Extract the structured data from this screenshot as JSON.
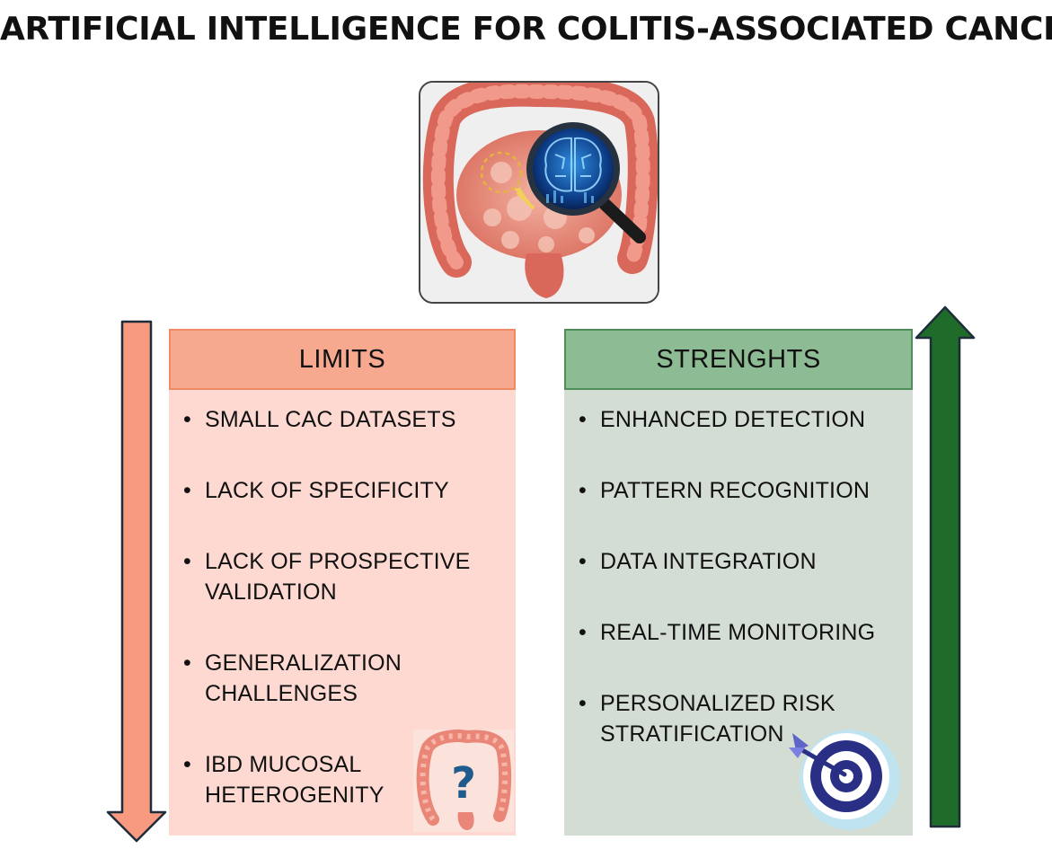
{
  "title": "ARTIFICIAL INTELLIGENCE FOR COLITIS-ASSOCIATED CANCER",
  "limits": {
    "header": "LIMITS",
    "items": [
      "SMALL CAC DATASETS",
      "LACK OF SPECIFICITY",
      "LACK OF PROSPECTIVE VALIDATION",
      "GENERALIZATION CHALLENGES",
      "IBD MUCOSAL HETEROGENITY"
    ]
  },
  "strengths": {
    "header": "STRENGHTS",
    "items": [
      "ENHANCED DETECTION",
      "PATTERN RECOGNITION",
      "DATA INTEGRATION",
      "REAL-TIME MONITORING",
      "PERSONALIZED RISK STRATIFICATION"
    ]
  },
  "question_mark": "?",
  "colors": {
    "limits_header": "#f6a98e",
    "limits_body": "#fdd9d1",
    "strengths_header": "#8dbb93",
    "strengths_body": "#d4ddd4",
    "down_arrow": "#f79a80",
    "up_arrow": "#1e6b2a"
  }
}
